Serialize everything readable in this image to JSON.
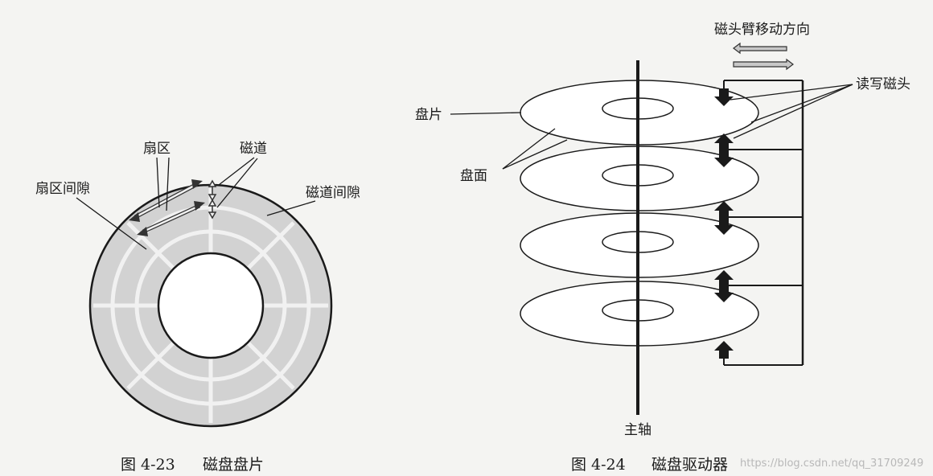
{
  "left_figure": {
    "labels": {
      "sector": "扇区",
      "track": "磁道",
      "sector_gap": "扇区间隙",
      "track_gap": "磁道间隙"
    },
    "caption": {
      "number": "图 4-23",
      "title": "磁盘盘片"
    }
  },
  "right_figure": {
    "labels": {
      "arm_direction": "磁头臂移动方向",
      "read_write_head": "读写磁头",
      "platter": "盘片",
      "surface": "盘面",
      "spindle": "主轴"
    },
    "caption": {
      "number": "图 4-24",
      "title": "磁盘驱动器"
    }
  },
  "watermark": "https://blog.csdn.net/qq_31709249",
  "colors": {
    "ink": "#1a1a1a",
    "disk_fill": "#d2d2d2",
    "gap_white": "#f1f1f1",
    "background": "#f4f4f2"
  }
}
